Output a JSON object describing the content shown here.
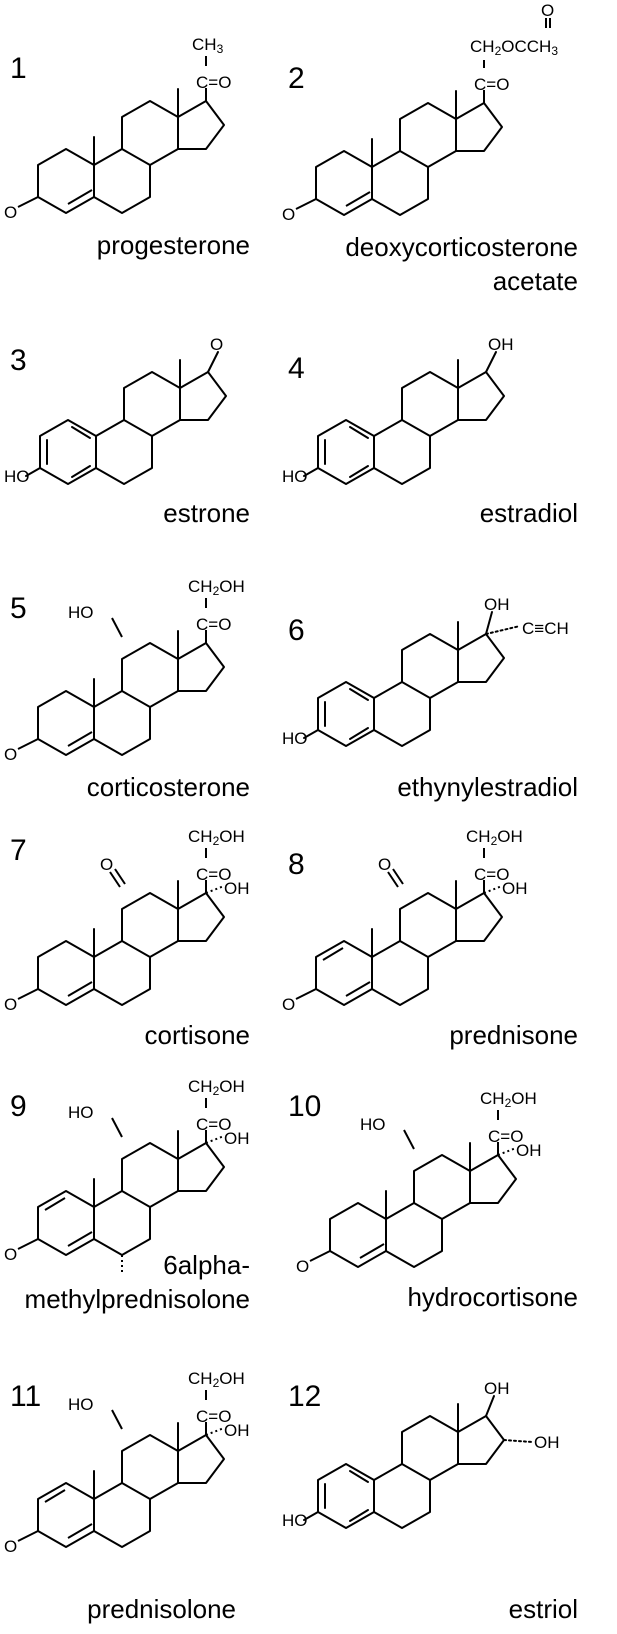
{
  "compounds": [
    {
      "number": "1",
      "name": "progesterone"
    },
    {
      "number": "2",
      "name_line1": "deoxycorticosterone",
      "name_line2": "acetate"
    },
    {
      "number": "3",
      "name": "estrone"
    },
    {
      "number": "4",
      "name": "estradiol"
    },
    {
      "number": "5",
      "name": "corticosterone"
    },
    {
      "number": "6",
      "name": "ethynylestradiol"
    },
    {
      "number": "7",
      "name": "cortisone"
    },
    {
      "number": "8",
      "name": "prednisone"
    },
    {
      "number": "9",
      "name_line1": "6alpha-",
      "name_line2": "methylprednisolone"
    },
    {
      "number": "10",
      "name": "hydrocortisone"
    },
    {
      "number": "11",
      "name": "prednisolone"
    },
    {
      "number": "12",
      "name": "estriol"
    }
  ],
  "labels": {
    "ch3": "CH",
    "three": "3",
    "ch2o": "CH",
    "two": "2",
    "oacetyl": "OCCH",
    "c_eq_o": "C=O",
    "o": "O",
    "ho": "HO",
    "oh": "OH",
    "ch2oh_a": "CH",
    "ch2oh_b": "OH",
    "ethynyl": "C≡CH"
  }
}
